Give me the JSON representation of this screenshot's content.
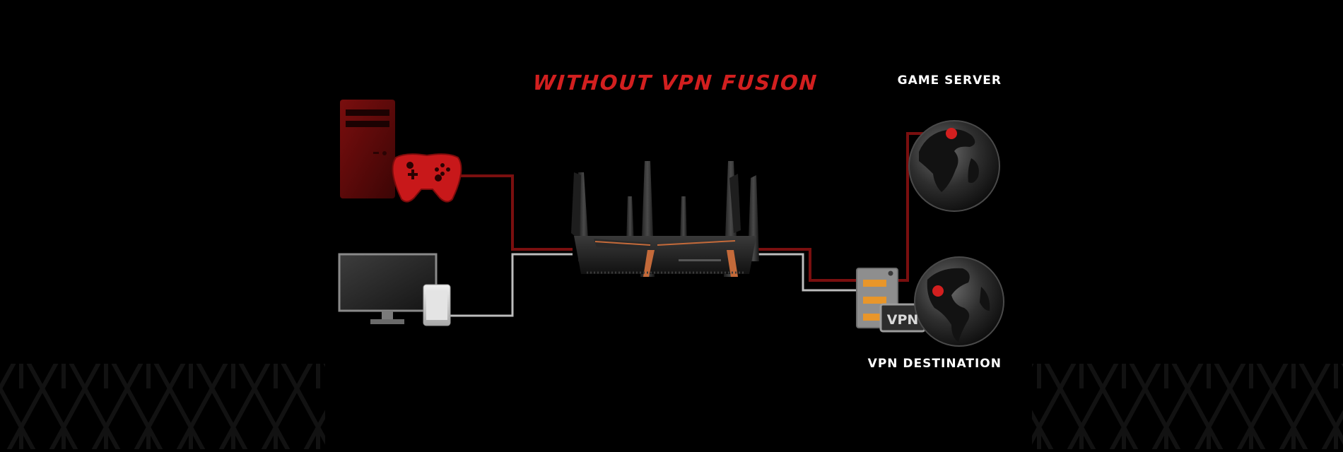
{
  "diagram": {
    "title": "WITHOUT VPN FUSION",
    "game_server_label": "GAME SERVER",
    "vpn_destination_label": "VPN DESTINATION",
    "vpn_badge_text": "VPN"
  },
  "colors": {
    "background": "#000000",
    "accent_red": "#d21f1f",
    "red_line": "#7a0f0f",
    "white_line": "#bdbdbd",
    "label_white": "#ffffff",
    "server_orange": "#e8962a",
    "router_copper": "#c46a3a"
  },
  "icons": [
    "pc-tower-icon",
    "game-controller-icon",
    "monitor-icon",
    "smartphone-icon",
    "router-icon",
    "vpn-server-icon",
    "globe-icon"
  ]
}
